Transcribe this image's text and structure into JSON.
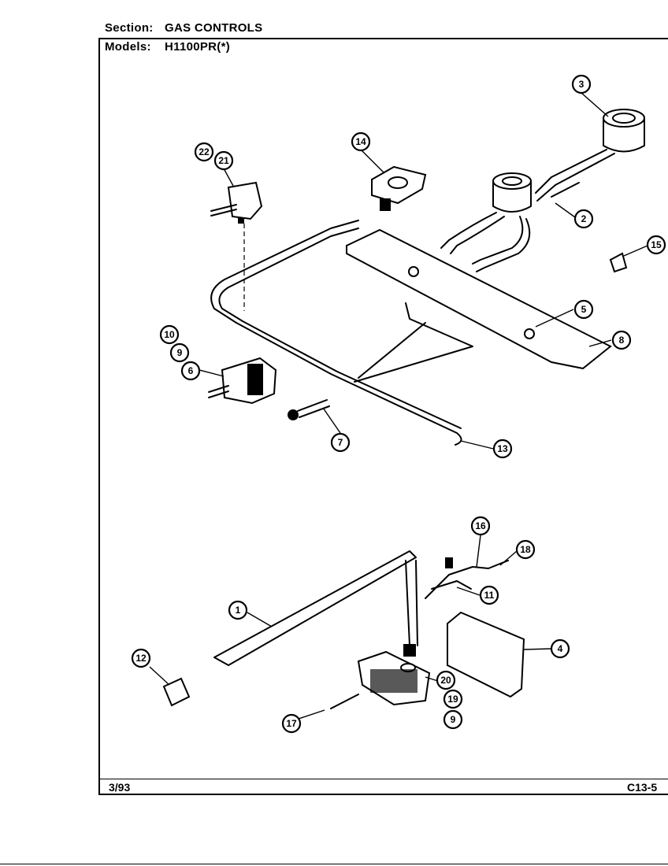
{
  "header": {
    "section_label": "Section:",
    "section_value": "GAS CONTROLS",
    "models_label": "Models:",
    "models_value": "H1100PR(*)"
  },
  "footer": {
    "date": "3/93",
    "page_code": "C13-5"
  },
  "callouts": [
    "1",
    "2",
    "3",
    "4",
    "5",
    "6",
    "7",
    "8",
    "9",
    "10",
    "11",
    "12",
    "13",
    "14",
    "15",
    "16",
    "17",
    "18",
    "19",
    "20",
    "21",
    "22"
  ]
}
